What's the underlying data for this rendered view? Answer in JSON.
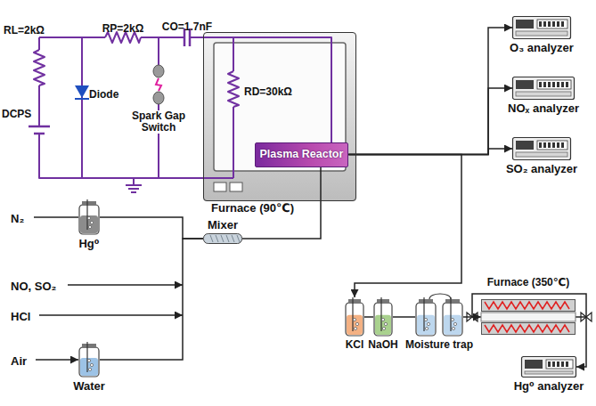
{
  "diagram": {
    "nodes": [
      {
        "text": [
          "Furnace (90℃)"
        ]
      },
      {
        "text": [
          "Plasma Reactor"
        ],
        "in": 0
      },
      {
        "text": [
          "O₃ analyzer"
        ]
      },
      {
        "text": [
          "NOₓ analyzer"
        ]
      },
      {
        "text": [
          "SO₂ analyzer"
        ]
      },
      {
        "text": [
          "Hg⁰"
        ]
      },
      {
        "text": [
          "Water"
        ]
      },
      {
        "text": [
          "Mixer"
        ]
      },
      {
        "text": [
          "KCl"
        ]
      },
      {
        "text": [
          "NaOH"
        ]
      },
      {
        "text": [
          "Moisture trap"
        ]
      },
      {
        "text": [
          "Furnace (350℃)"
        ]
      },
      {
        "text": [
          "Hg⁰ analyzer"
        ]
      }
    ],
    "edges": [
      {
        "from": 1,
        "to": 2,
        "arrow": "to"
      },
      {
        "from": 1,
        "to": 3,
        "arrow": "to"
      },
      {
        "from": 1,
        "to": 4,
        "arrow": "to"
      },
      {
        "from": 1,
        "to": 8,
        "arrow": "to"
      },
      {
        "from": 5,
        "to": 7,
        "arrow": "none"
      },
      {
        "from": 6,
        "to": 7,
        "arrow": "none"
      },
      {
        "from": 7,
        "to": 1,
        "arrow": "none"
      },
      {
        "from": 8,
        "to": 9,
        "arrow": "none"
      },
      {
        "from": 9,
        "to": 10,
        "arrow": "none"
      },
      {
        "from": 10,
        "to": 11,
        "arrow": "to"
      },
      {
        "from": 11,
        "to": 12,
        "arrow": "to"
      }
    ],
    "labels": [
      "RL=2kΩ",
      "RP=2kΩ",
      "CO=1.7nF",
      "Diode",
      "DCPS",
      "Spark Gap Switch",
      "RD=30kΩ",
      "N₂",
      "NO, SO₂",
      "HCl",
      "Air"
    ]
  }
}
